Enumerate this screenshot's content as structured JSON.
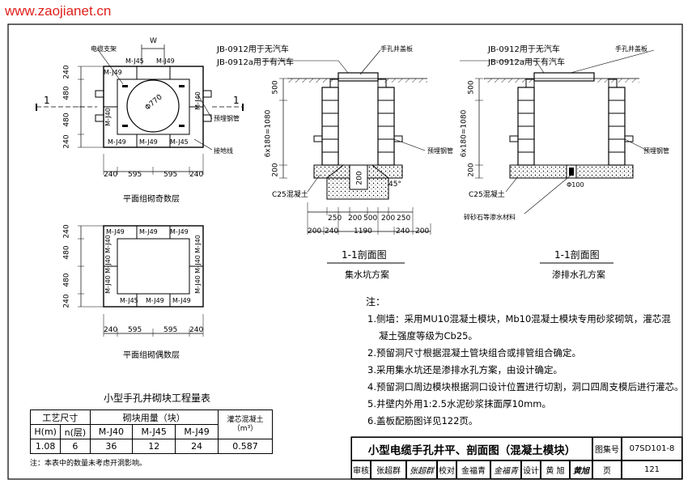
{
  "watermark": "www.zaojianet.cn",
  "plan_odd": {
    "caption": "平面组砌奇数层",
    "blocks_top": [
      "M-J45",
      "M-J49"
    ],
    "blocks_bottom": [
      "M-J49",
      "M-J49",
      "M-J45"
    ],
    "corner_top_left": "M-J49",
    "corner_top_right": "M-J40",
    "corner_bottom_left": "M-J49",
    "corner_bottom_right": "M-J40",
    "left_side": [
      "M-J40",
      "M-J40"
    ],
    "right_side": [
      "M-J40"
    ],
    "diameter": "Φ770",
    "callouts": [
      "电缆支架",
      "预埋钢管",
      "接地线"
    ],
    "section_mark": "1",
    "top_dim": "W",
    "dims_vertical": [
      "240",
      "480",
      "480",
      "240"
    ],
    "dims_horizontal": [
      "240",
      "595",
      "595",
      "240"
    ]
  },
  "plan_even": {
    "caption": "平面组砌偶数层",
    "blocks_top": [
      "M-J49",
      "M-J49",
      "M-J49"
    ],
    "blocks_bottom": [
      "M-J45",
      "M-J49",
      "M-J49"
    ],
    "left_side": [
      "M-J40",
      "M-J40",
      "M-J40"
    ],
    "right_side": [
      "M-J40",
      "M-J40",
      "M-J40"
    ],
    "dims_vertical": [
      "240",
      "480",
      "480",
      "240"
    ],
    "dims_horizontal": [
      "240",
      "595",
      "595",
      "240"
    ]
  },
  "section_a": {
    "cover_note_1": "JB-0912用于无汽车",
    "cover_note_2": "JB-0912a用于有汽车",
    "lid_label": "手孔井盖板",
    "pipe_label": "预埋钢管",
    "concrete_label": "C25混凝土",
    "angle": "45°",
    "dim_500": "500",
    "dim_wall": "6x180=1080",
    "dim_200": "200",
    "dim_pit_200": "200",
    "bottom_dims_row1": [
      "250",
      "200",
      "500",
      "200",
      "250"
    ],
    "bottom_dims_row2": [
      "200",
      "240",
      "1190",
      "240",
      "200"
    ],
    "title": "1-1剖面图",
    "subtitle": "集水坑方案"
  },
  "section_b": {
    "cover_note_1": "JB-0912用于无汽车",
    "cover_note_2": "JB-0912a用于有汽车",
    "lid_label": "手孔井盖板",
    "pipe_label": "预埋钢管",
    "concrete_label": "C25混凝土",
    "drain_label": "碎砂石等渗水材料",
    "hole": "Φ100",
    "dim_500": "500",
    "dim_wall": "6x180=1080",
    "dim_200": "200",
    "title": "1-1剖面图",
    "subtitle": "渗排水孔方案"
  },
  "quantity_table": {
    "title": "小型手孔井砌块工程量表",
    "col_spec": "工艺尺寸",
    "col_blocks": "砌块用量（块）",
    "col_concrete": "灌芯混凝土",
    "concrete_unit": "（m³）",
    "sub_headers": [
      "H(m)",
      "n(层)",
      "M-J40",
      "M-J45",
      "M-J49"
    ],
    "row": [
      "1.08",
      "6",
      "36",
      "12",
      "24",
      "0.587"
    ],
    "note": "注：本表中的数量未考虑开洞影响。"
  },
  "notes": {
    "heading": "注：",
    "lines": [
      "1.侧墙：采用MU10混凝土模块，Mb10混凝土模块专用砂浆砌筑，灌芯混",
      "凝土强度等级为Cb25。",
      "2.预留洞尺寸根据混凝土管块组合或排管组合确定。",
      "3.采用集水坑还是渗排水孔方案，由设计确定。",
      "4.预留洞口周边模块根据洞口设计位置进行切割，洞口四周支模后进行灌芯。",
      "5.井壁内外用1:2.5水泥砂浆抹面厚10mm。",
      "6.盖板配筋图详见122页。"
    ]
  },
  "title_block": {
    "title": "小型电缆手孔井平、剖面图（混凝土模块）",
    "atlas_label": "图集号",
    "atlas_no": "07SD101-8",
    "review_label": "审核",
    "review_name": "张超群",
    "review_sig": "张超群",
    "check_label": "校对",
    "check_name": "金福青",
    "check_sig": "金福青",
    "design_label": "设计",
    "design_name": "黄 旭",
    "design_sig": "黄旭",
    "page_label": "页",
    "page_no": "121"
  }
}
